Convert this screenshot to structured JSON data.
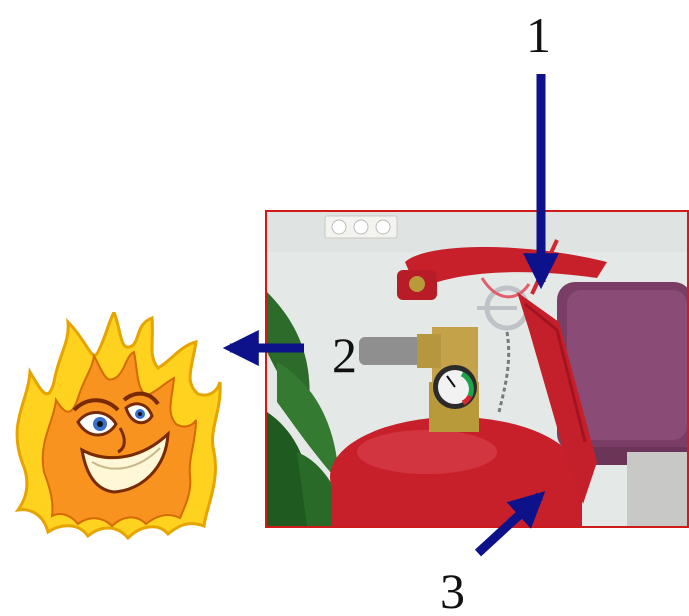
{
  "callouts": {
    "one": "1",
    "two": "2",
    "three": "3"
  },
  "colors": {
    "arrow": "#0d128a",
    "frame_border": "#d11a1a",
    "extinguisher_red": "#c8202b",
    "flame_outer": "#ffd21f",
    "flame_inner": "#f7931e"
  },
  "icons": {
    "fire": "flame-face-icon",
    "photo": "fire-extinguisher-photo"
  }
}
